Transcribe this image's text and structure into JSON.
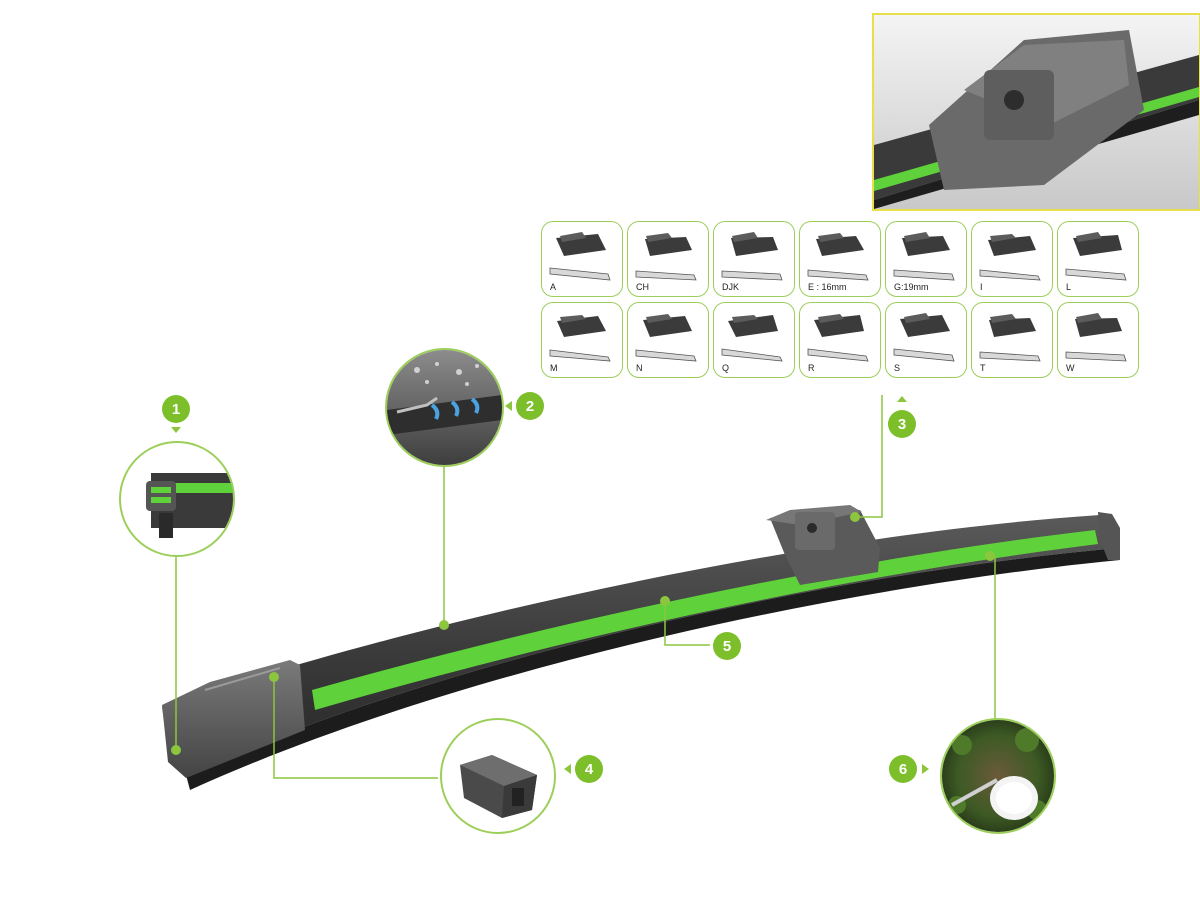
{
  "callouts": [
    "1",
    "2",
    "3",
    "4",
    "5",
    "6"
  ],
  "adapters": [
    {
      "code": "A",
      "icon": "adapter-a-icon"
    },
    {
      "code": "CH",
      "icon": "adapter-ch-icon"
    },
    {
      "code": "DJK",
      "icon": "adapter-djk-icon"
    },
    {
      "code": "E : 16mm",
      "icon": "adapter-e-icon"
    },
    {
      "code": "G:19mm",
      "icon": "adapter-g-icon"
    },
    {
      "code": "I",
      "icon": "adapter-i-icon"
    },
    {
      "code": "L",
      "icon": "adapter-l-icon"
    },
    {
      "code": "M",
      "icon": "adapter-m-icon"
    },
    {
      "code": "N",
      "icon": "adapter-n-icon"
    },
    {
      "code": "Q",
      "icon": "adapter-q-icon"
    },
    {
      "code": "R",
      "icon": "adapter-r-icon"
    },
    {
      "code": "S",
      "icon": "adapter-s-icon"
    },
    {
      "code": "T",
      "icon": "adapter-t-icon"
    },
    {
      "code": "W",
      "icon": "adapter-w-icon"
    }
  ],
  "colors": {
    "accent": "#7cbf2a",
    "blade": "#3a3a3a",
    "stripe": "#5fd13a",
    "inset_border": "#e8e04a"
  }
}
